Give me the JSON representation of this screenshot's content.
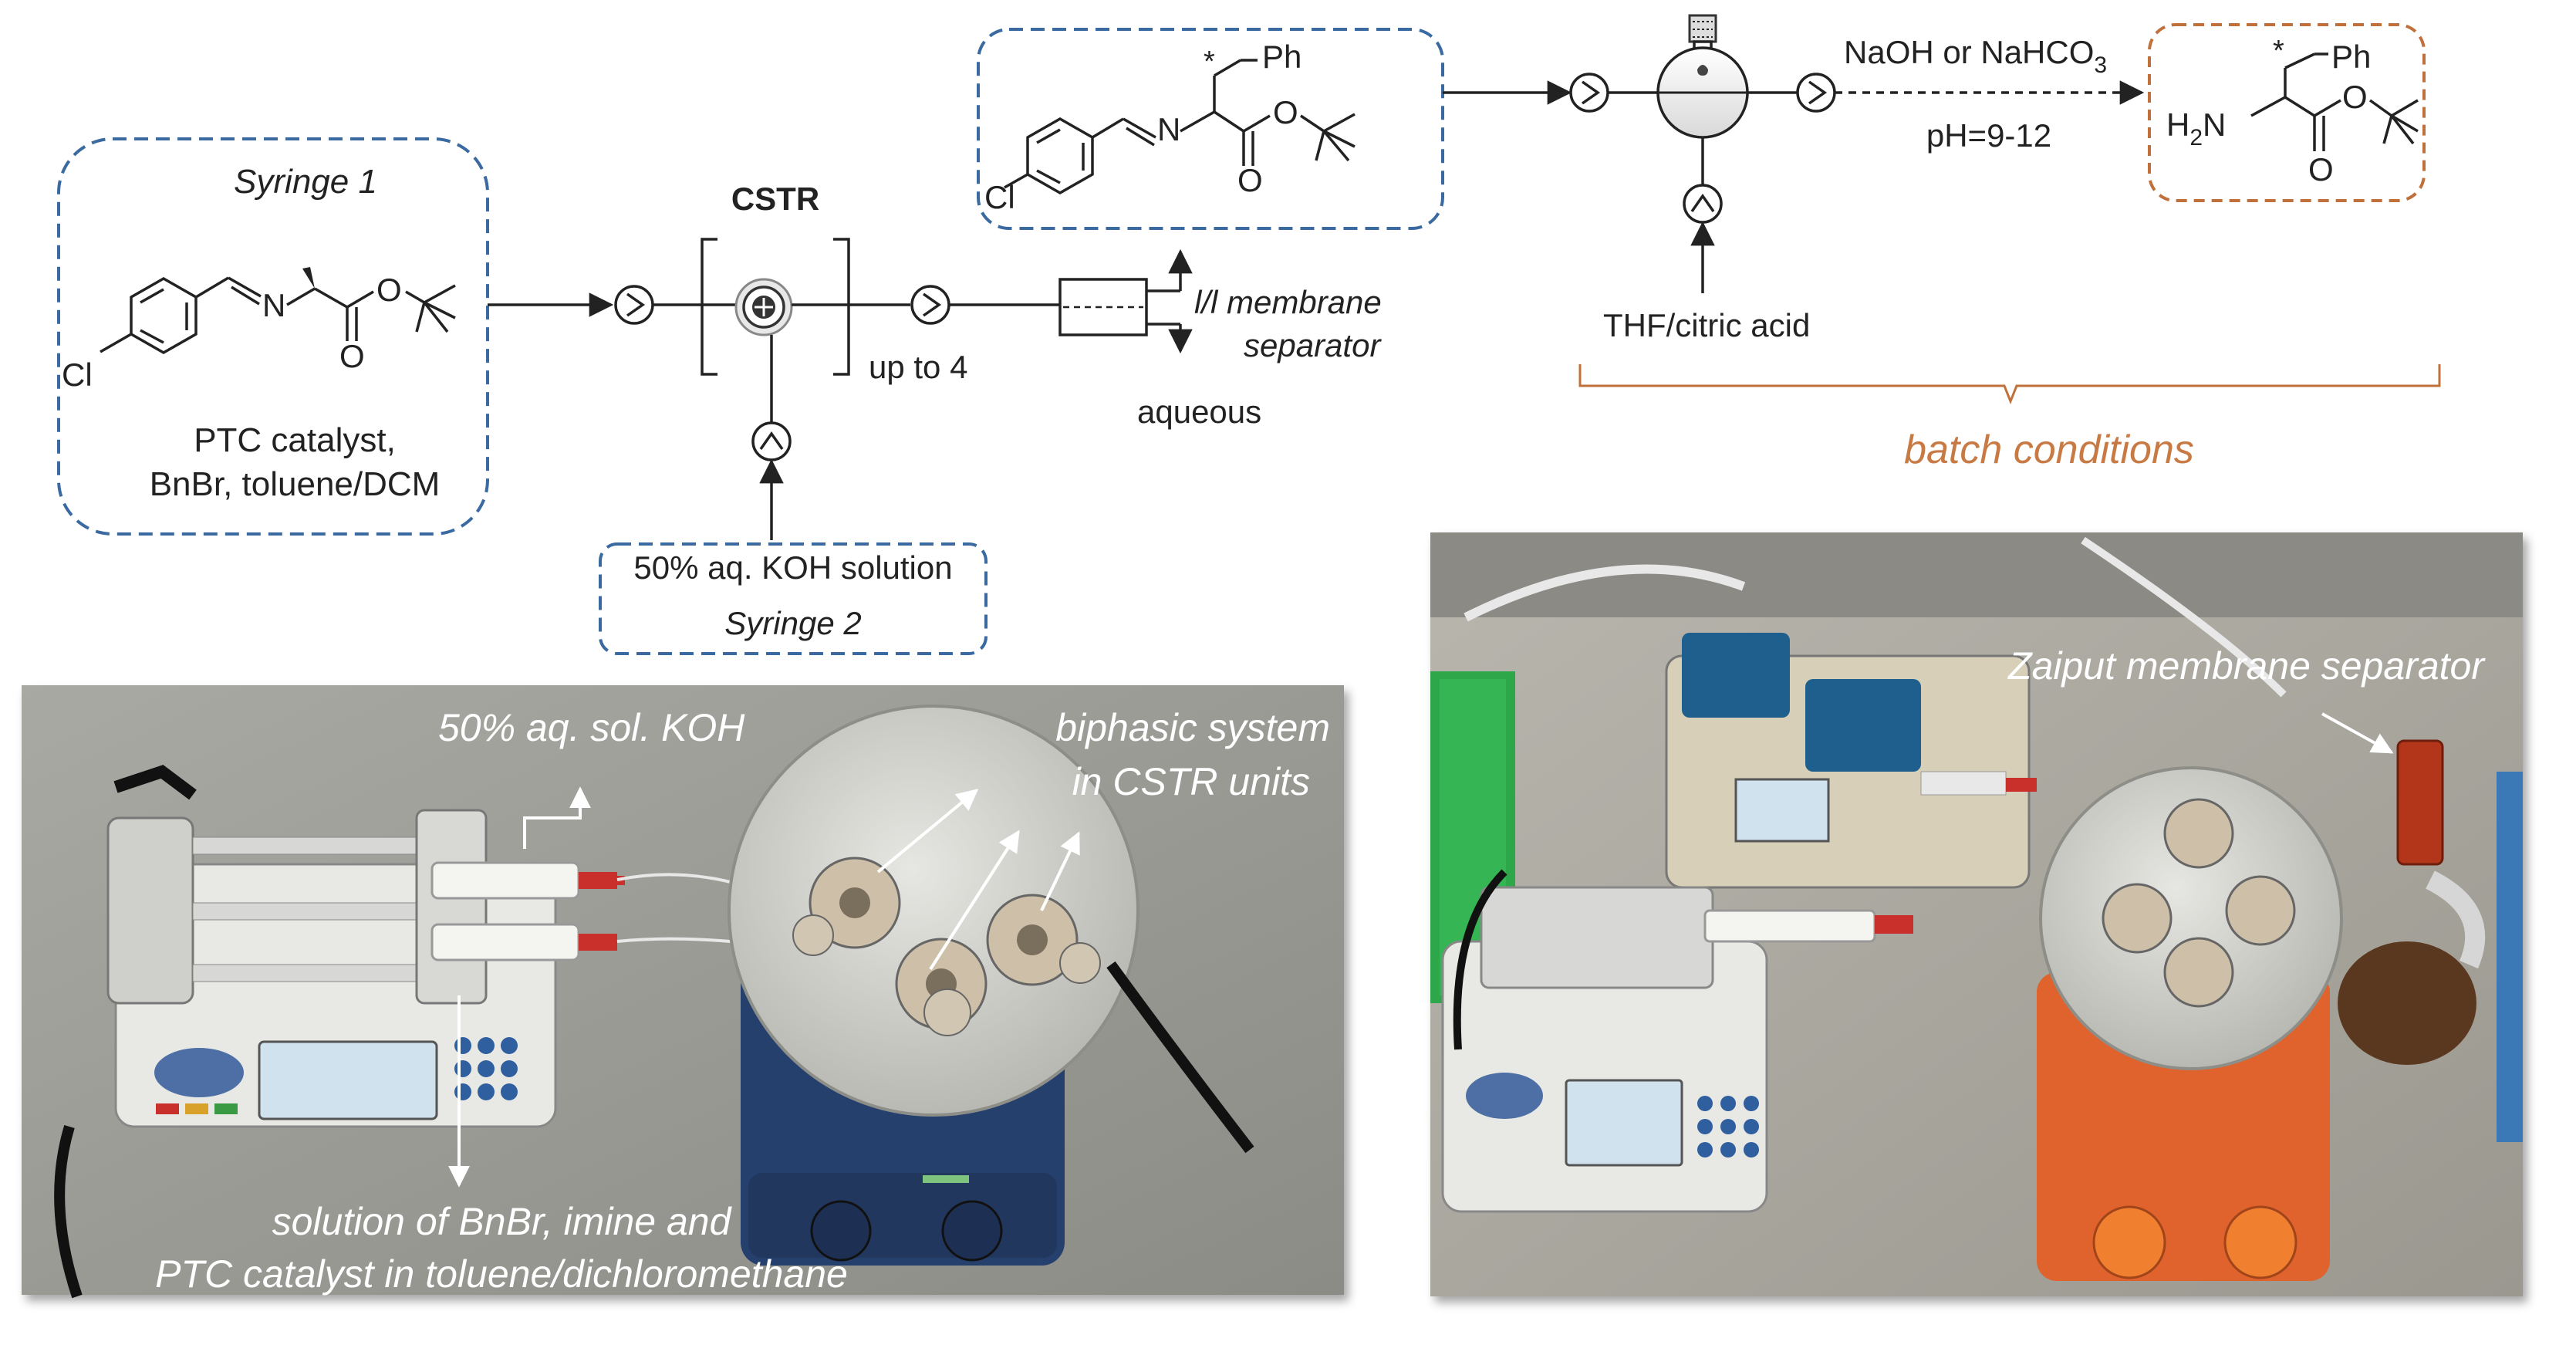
{
  "scheme": {
    "syringe1": {
      "title": "Syringe 1",
      "reagents_line1": "PTC catalyst,",
      "reagents_line2": "BnBr, toluene/DCM",
      "atom_cl": "Cl",
      "atom_n": "N",
      "atom_o1": "O",
      "atom_o2": "O"
    },
    "cstr": {
      "label": "CSTR",
      "units": "up to 4"
    },
    "syringe2": {
      "label": "50% aq. KOH solution",
      "title": "Syringe 2"
    },
    "separator": {
      "label_line1": "l/l  membrane",
      "label_line2": "separator",
      "waste": "aqueous"
    },
    "intermediate": {
      "atom_cl": "Cl",
      "atom_n": "N",
      "atom_o1": "O",
      "atom_o2": "O",
      "stereo": "*",
      "ph": "Ph"
    },
    "hydrolysis": {
      "acid": "THF/citric acid",
      "base_prefix": "NaOH or NaHCO",
      "base_sub": "3",
      "ph": "pH=9-12",
      "batch": "batch conditions"
    },
    "product": {
      "amine_h": "H",
      "amine_sub": "2",
      "amine_n": "N",
      "atom_o1": "O",
      "atom_o2": "O",
      "stereo": "*",
      "ph": "Ph"
    }
  },
  "photo_left": {
    "koh_label": "50% aq. sol. KOH",
    "cstr_label_line1": "biphasic system",
    "cstr_label_line2": "in CSTR units",
    "solution_line1": "solution of BnBr, imine and",
    "solution_line2": "PTC catalyst in toluene/dichloromethane"
  },
  "photo_right": {
    "separator_label": "Zaiput membrane separator"
  },
  "colors": {
    "blue_dash": "#3a6aa0",
    "orange_dash": "#c0703a",
    "batch_text": "#c87a44",
    "stirrer_orange": "#e0622c",
    "stirrer_blue": "#26406e"
  }
}
